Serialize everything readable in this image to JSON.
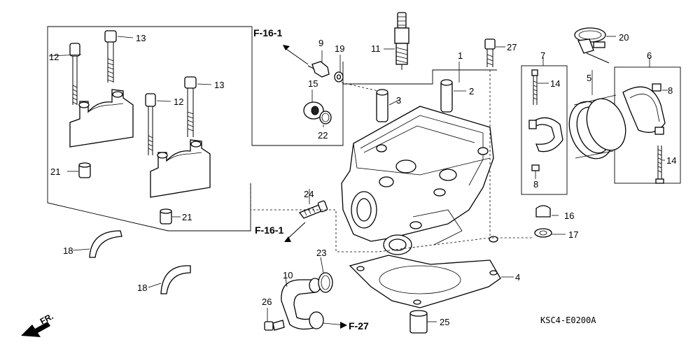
{
  "diagram_code": "KSC4-E0200A",
  "front_marker": "FR.",
  "refs": {
    "f16_top": "F-16-1",
    "f16_mid": "F-16-1",
    "f27": "F-27"
  },
  "callouts": {
    "p1": "1",
    "p2": "2",
    "p3": "3",
    "p4": "4",
    "p5": "5",
    "p6": "6",
    "p7": "7",
    "p8a": "8",
    "p8b": "8",
    "p9": "9",
    "p10": "10",
    "p11": "11",
    "p12a": "12",
    "p12b": "12",
    "p13a": "13",
    "p13b": "13",
    "p14a": "14",
    "p14b": "14",
    "p15": "15",
    "p16": "16",
    "p17": "17",
    "p18a": "18",
    "p18b": "18",
    "p19": "19",
    "p20": "20",
    "p21a": "21",
    "p21b": "21",
    "p22": "22",
    "p23": "23",
    "p24": "24",
    "p25": "25",
    "p26": "26",
    "p27": "27"
  }
}
